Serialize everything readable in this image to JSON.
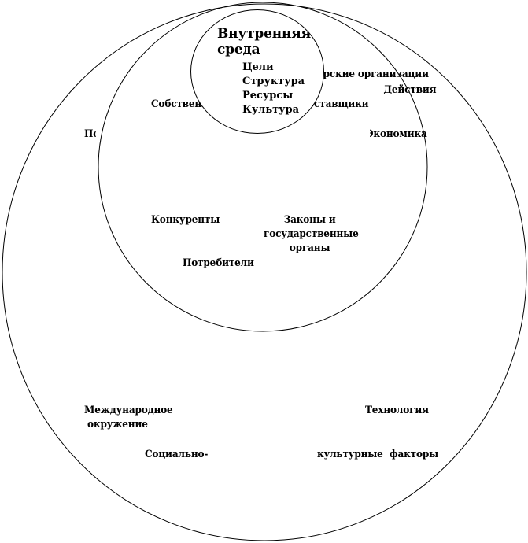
{
  "diagram": {
    "internal_environment": {
      "title": "Внутренняя\nсреда",
      "items": [
        "Цели",
        "Структура",
        "Ресурсы",
        "Культура"
      ]
    },
    "direct_environment": {
      "labels": {
        "owners": "Собственники",
        "suppliers_partial": "Поставщики",
        "top_partial": "Партнерские организации",
        "competitors": "Конкуренты",
        "laws": "Законы и\nгосударственные\nорганы",
        "consumers": "Потребители"
      }
    },
    "indirect_environment": {
      "labels": {
        "politics_partial": "Политика",
        "economy_partial": "Экономика",
        "actions_partial": "Действия",
        "international": "Международное\n окружение",
        "technology": "Технология",
        "socio": "Социально-",
        "cultural": "культурные  факторы"
      }
    }
  }
}
